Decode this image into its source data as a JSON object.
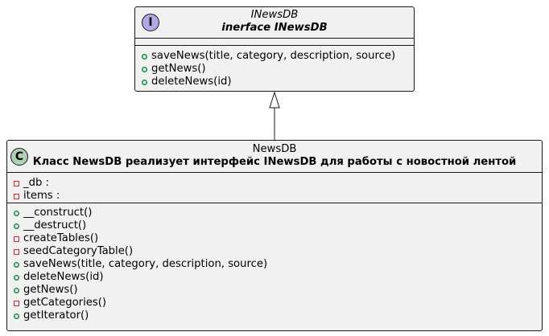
{
  "interface": {
    "stereotype_letter": "I",
    "name": "INewsDB",
    "title": "inerface INewsDB",
    "fields": [],
    "methods": [
      {
        "visibility": "public",
        "text": "saveNews(title, category, description, source)"
      },
      {
        "visibility": "public",
        "text": "getNews()"
      },
      {
        "visibility": "public",
        "text": "deleteNews(id)"
      }
    ]
  },
  "class": {
    "stereotype_letter": "C",
    "name": "NewsDB",
    "title": "Класс NewsDB реализует интерфейс INewsDB для работы с новостной лентой",
    "fields": [
      {
        "visibility": "private",
        "text": "_db :"
      },
      {
        "visibility": "private",
        "text": "items :"
      }
    ],
    "methods": [
      {
        "visibility": "public",
        "text": "__construct()"
      },
      {
        "visibility": "public",
        "text": "__destruct()"
      },
      {
        "visibility": "private",
        "text": "createTables()"
      },
      {
        "visibility": "private",
        "text": "seedCategoryTable()"
      },
      {
        "visibility": "public",
        "text": "saveNews(title, category, description, source)"
      },
      {
        "visibility": "public",
        "text": "deleteNews(id)"
      },
      {
        "visibility": "public",
        "text": "getNews()"
      },
      {
        "visibility": "private",
        "text": "getCategories()"
      },
      {
        "visibility": "public",
        "text": "getIterator()"
      }
    ]
  },
  "relation": {
    "type": "realization",
    "from": "NewsDB",
    "to": "INewsDB"
  },
  "colors": {
    "box_fill": "#F1F1F1",
    "border": "#181818",
    "interface_badge": "#B4A7E5",
    "class_badge": "#ADD1B2",
    "public_marker": "#84BE84",
    "private_marker": "#C82930"
  }
}
